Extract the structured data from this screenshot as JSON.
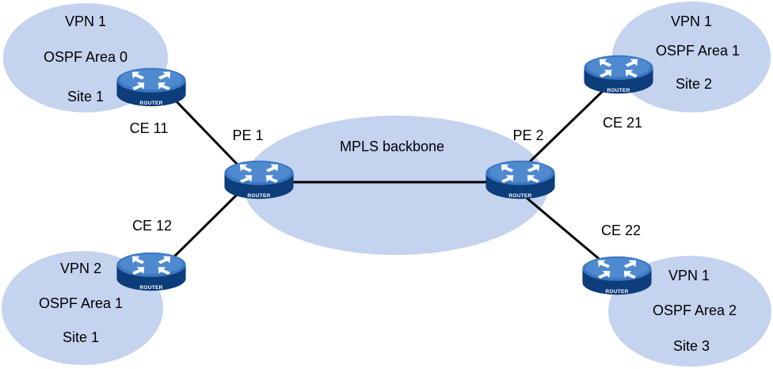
{
  "colors": {
    "cloud": "#c4d3ee",
    "router_top": "#3a78c3",
    "router_side": "#0d3d7a",
    "link": "#000000",
    "text": "#000000"
  },
  "backbone": {
    "label": "MPLS  backbone"
  },
  "sites": [
    {
      "id": "site-vpn1-area0",
      "vpn": "VPN 1",
      "area": "OSPF Area 0",
      "site": "Site 1"
    },
    {
      "id": "site-vpn2-area1",
      "vpn": "VPN 2",
      "area": "OSPF Area 1",
      "site": "Site 1"
    },
    {
      "id": "site-vpn1-area1",
      "vpn": "VPN 1",
      "area": "OSPF Area 1",
      "site": "Site 2"
    },
    {
      "id": "site-vpn1-area2",
      "vpn": "VPN 1",
      "area": "OSPF Area 2",
      "site": "Site 3"
    }
  ],
  "routers": [
    {
      "id": "ce11",
      "label": "CE 11",
      "caption": "ROUTER",
      "icon": "router-icon"
    },
    {
      "id": "ce12",
      "label": "CE 12",
      "caption": "ROUTER",
      "icon": "router-icon"
    },
    {
      "id": "pe1",
      "label": "PE 1",
      "caption": "ROUTER",
      "icon": "router-icon"
    },
    {
      "id": "pe2",
      "label": "PE 2",
      "caption": "ROUTER",
      "icon": "router-icon"
    },
    {
      "id": "ce21",
      "label": "CE 21",
      "caption": "ROUTER",
      "icon": "router-icon"
    },
    {
      "id": "ce22",
      "label": "CE 22",
      "caption": "ROUTER",
      "icon": "router-icon"
    }
  ],
  "links": [
    {
      "from": "ce11",
      "to": "pe1"
    },
    {
      "from": "ce12",
      "to": "pe1"
    },
    {
      "from": "pe1",
      "to": "pe2"
    },
    {
      "from": "pe2",
      "to": "ce21"
    },
    {
      "from": "pe2",
      "to": "ce22"
    }
  ]
}
